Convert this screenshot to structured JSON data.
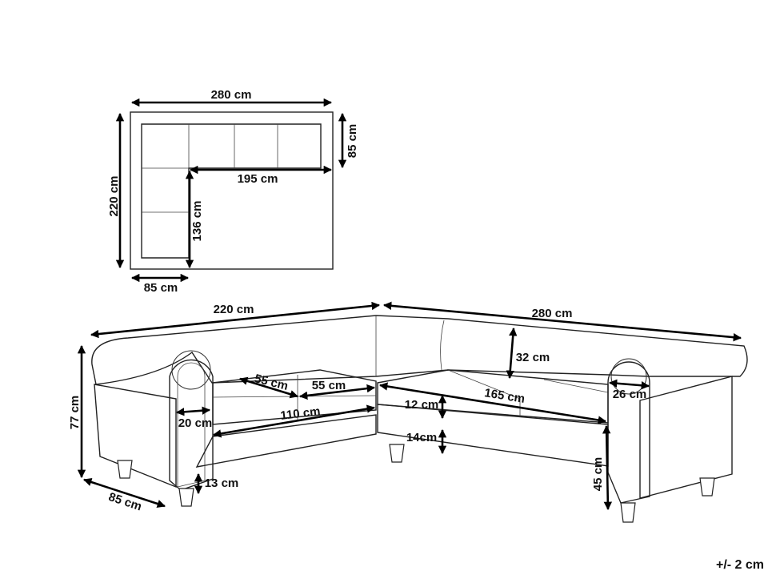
{
  "top_view": {
    "width_label": "280 cm",
    "right_depth_label": "85 cm",
    "inner_length_label": "195 cm",
    "total_length_label": "220 cm",
    "inner_left_label": "136 cm",
    "left_depth_label": "85 cm"
  },
  "perspective_view": {
    "left_length_label": "220 cm",
    "right_length_label": "280 cm",
    "back_height_label": "32 cm",
    "seat_depth_label_a": "55 cm",
    "seat_depth_label_b": "55 cm",
    "cushion_height_label": "12 cm",
    "right_seat_width_label": "165 cm",
    "arm_right_label": "26 cm",
    "arm_left_label": "20 cm",
    "left_seat_width_label": "110 cm",
    "base_height_label": "14cm",
    "seat_height_label": "45 cm",
    "leg_height_label": "13 cm",
    "total_height_label": "77 cm",
    "depth_label": "85 cm"
  },
  "tolerance": "+/- 2 cm"
}
